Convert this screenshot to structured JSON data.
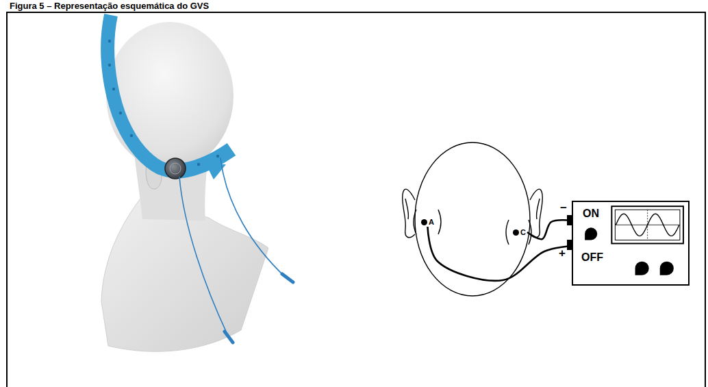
{
  "diagram": {
    "title": "Figura 5 – Representação esquemática do GVS",
    "nodes": [
      {
        "text": [
          "A"
        ]
      },
      {
        "text": [
          "C"
        ]
      },
      {
        "text": [
          "ON",
          "OFF"
        ]
      }
    ],
    "edges": [
      {
        "from": 0,
        "to": 2,
        "arrow": "none"
      },
      {
        "from": 1,
        "to": 2,
        "arrow": "none"
      }
    ],
    "labels": [
      "−",
      "+"
    ]
  }
}
